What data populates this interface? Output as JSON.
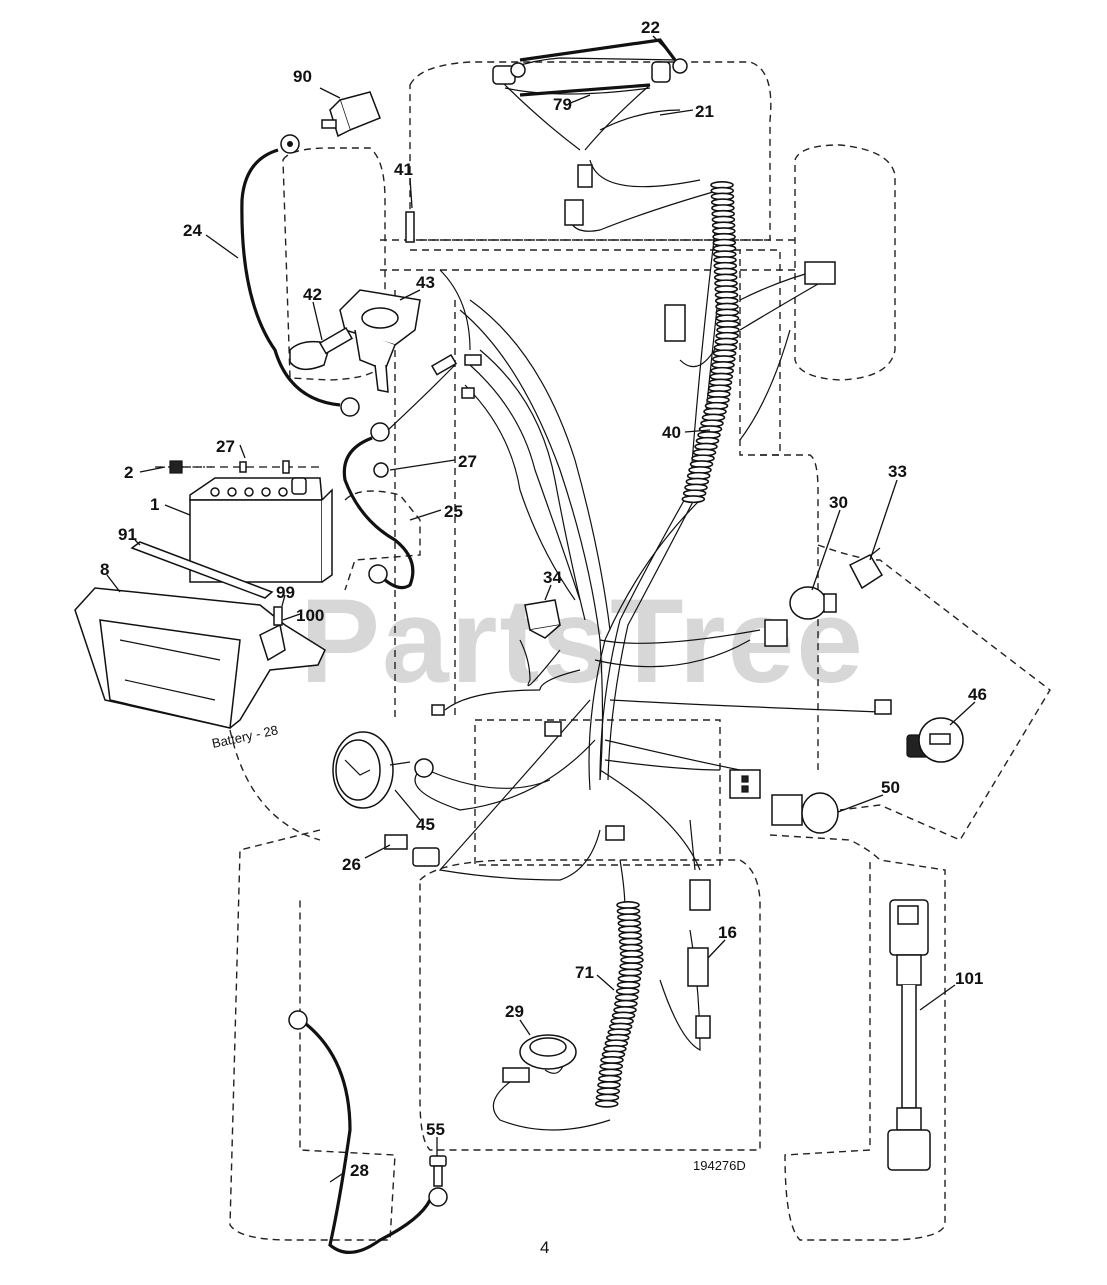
{
  "watermark": "PartsTree",
  "drawing_number": "194276D",
  "page_number": "4",
  "battery_note": "Battery - 28",
  "callouts": {
    "c1": "1",
    "c2": "2",
    "c8": "8",
    "c16": "16",
    "c21": "21",
    "c22": "22",
    "c24": "24",
    "c25": "25",
    "c26": "26",
    "c27a": "27",
    "c27b": "27",
    "c28": "28",
    "c29": "29",
    "c30": "30",
    "c33": "33",
    "c34": "34",
    "c40": "40",
    "c41": "41",
    "c42": "42",
    "c43": "43",
    "c45": "45",
    "c46": "46",
    "c50": "50",
    "c55": "55",
    "c71": "71",
    "c79": "79",
    "c90": "90",
    "c91": "91",
    "c99": "99",
    "c100": "100",
    "c101": "101"
  }
}
